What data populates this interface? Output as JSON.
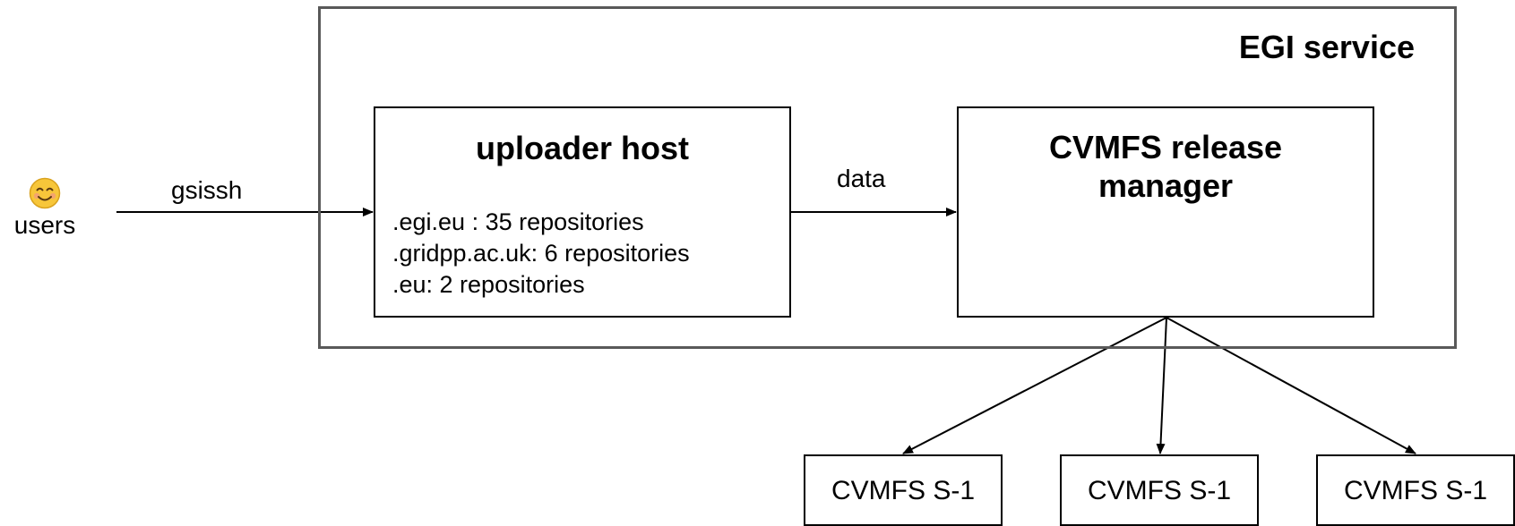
{
  "service": {
    "title": "EGI service"
  },
  "users": {
    "label": "users",
    "icon": "smiley-icon"
  },
  "edges": {
    "users_to_uploader": "gsissh",
    "uploader_to_manager": "data"
  },
  "uploader": {
    "title": "uploader host",
    "repositories": [
      ".egi.eu : 35 repositories",
      ".gridpp.ac.uk: 6 repositories",
      ".eu: 2 repositories"
    ]
  },
  "manager": {
    "title_lines": [
      "CVMFS release",
      "manager"
    ]
  },
  "replicas": [
    {
      "label": "CVMFS S-1"
    },
    {
      "label": "CVMFS S-1"
    },
    {
      "label": "CVMFS S-1"
    }
  ],
  "colors": {
    "outer_border": "#595959",
    "line": "#000000",
    "smiley_face": "#F7C63A",
    "smiley_cheek": "#F29B7C"
  }
}
